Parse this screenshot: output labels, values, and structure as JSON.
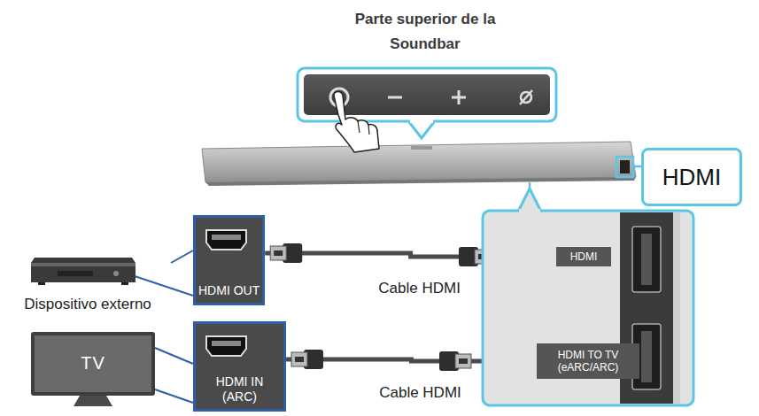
{
  "diagram": {
    "title": "Parte superior de la Soundbar",
    "nodes": [
      {
        "text": [
          "HDMI"
        ]
      },
      {
        "text": [
          "Dispositivo externo"
        ]
      },
      {
        "text": [
          "HDMI OUT"
        ]
      },
      {
        "text": [
          "HDMI"
        ]
      },
      {
        "text": [
          "TV"
        ]
      },
      {
        "text": [
          "HDMI IN (ARC)"
        ]
      },
      {
        "text": [
          "HDMI TO TV (eARC/ARC)"
        ]
      }
    ],
    "edges": [
      {
        "from": 1,
        "to": 2,
        "arrow": "none"
      },
      {
        "from": 2,
        "to": 3,
        "label": "Cable HDMI",
        "arrow": "none"
      },
      {
        "from": 4,
        "to": 5,
        "arrow": "none"
      },
      {
        "from": 5,
        "to": 6,
        "label": "Cable HDMI",
        "arrow": "none"
      }
    ]
  }
}
